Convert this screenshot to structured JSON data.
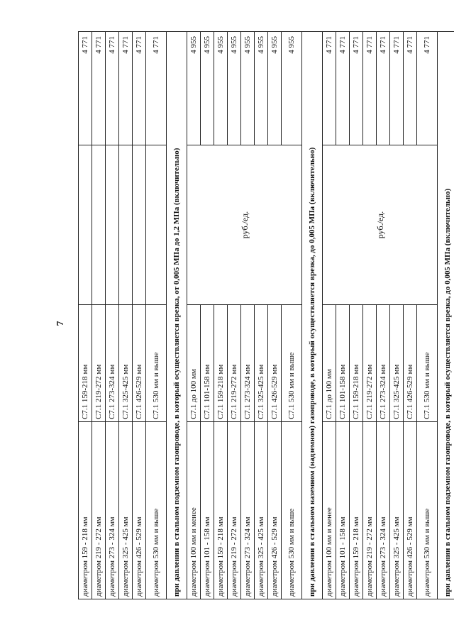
{
  "page_number": "7",
  "unit": "руб./ед.",
  "top_rows": [
    {
      "label": "диаметром 159 - 218 мм",
      "code": "С7.1 159-218 мм",
      "value": "4 771"
    },
    {
      "label": "диаметром 219 - 272 мм",
      "code": "С7.1 219-272 мм",
      "value": "4 771"
    },
    {
      "label": "диаметром 273 - 324 мм",
      "code": "С7.1 273-324 мм",
      "value": "4 771"
    },
    {
      "label": "диаметром 325 - 425 мм",
      "code": "С7.1 325-425 мм",
      "value": "4 771"
    },
    {
      "label": "диаметром 426 - 529 мм",
      "code": "С7.1 426-529 мм",
      "value": "4 771"
    },
    {
      "label": "диаметром 530 мм и выше",
      "code": "С7.1 530 мм и выше",
      "value": "4 771"
    }
  ],
  "section_1": {
    "heading": "при давлении в стальном подземном газопроводе, в который осуществляется врезка, от 0,005 МПа до 1,2 МПа (включительно)",
    "rows": [
      {
        "label": "диаметром 100 мм и менее",
        "code": "С7.1 до 100 мм",
        "value": "4 955"
      },
      {
        "label": "диаметром 101 - 158 мм",
        "code": "С7.1 101-158 мм",
        "value": "4 955"
      },
      {
        "label": "диаметром 159 - 218 мм",
        "code": "С7.1 159-218 мм",
        "value": "4 955"
      },
      {
        "label": "диаметром 219 - 272 мм",
        "code": "С7.1 219-272 мм",
        "value": "4 955"
      },
      {
        "label": "диаметром 273 - 324 мм",
        "code": "С7.1 273-324 мм",
        "value": "4 955"
      },
      {
        "label": "диаметром 325 - 425 мм",
        "code": "С7.1 325-425 мм",
        "value": "4 955"
      },
      {
        "label": "диаметром 426 - 529 мм",
        "code": "С7.1 426-529 мм",
        "value": "4 955"
      },
      {
        "label": "диаметром 530 мм и выше",
        "code": "С7.1 530 мм и выше",
        "value": "4 955"
      }
    ]
  },
  "section_2": {
    "heading": "при давлении в стальном наземном (надземном) газопроводе, в который осуществляется врезка, до 0,005 МПа (включительно)",
    "rows": [
      {
        "label": "диаметром 100 мм и менее",
        "code": "С7.1 до 100 мм",
        "value": "4 771"
      },
      {
        "label": "диаметром 101 - 158 мм",
        "code": "С7.1 101-158 мм",
        "value": "4 771"
      },
      {
        "label": "диаметром 159 - 218 мм",
        "code": "С7.1 159-218 мм",
        "value": "4 771"
      },
      {
        "label": "диаметром 219 - 272 мм",
        "code": "С7.1 219-272 мм",
        "value": "4 771"
      },
      {
        "label": "диаметром 273 - 324 мм",
        "code": "С7.1 273-324 мм",
        "value": "4 771"
      },
      {
        "label": "диаметром 325 - 425 мм",
        "code": "С7.1 325-425 мм",
        "value": "4 771"
      },
      {
        "label": "диаметром 426 - 529 мм",
        "code": "С7.1 426-529 мм",
        "value": "4 771"
      },
      {
        "label": "диаметром 530 мм и выше",
        "code": "С7.1 530 мм и выше",
        "value": "4 771"
      }
    ]
  },
  "section_3": {
    "heading": "при давлении в стальном подземном газопроводе, в который осуществляется врезка, до 0,005 МПа (включительно)"
  }
}
